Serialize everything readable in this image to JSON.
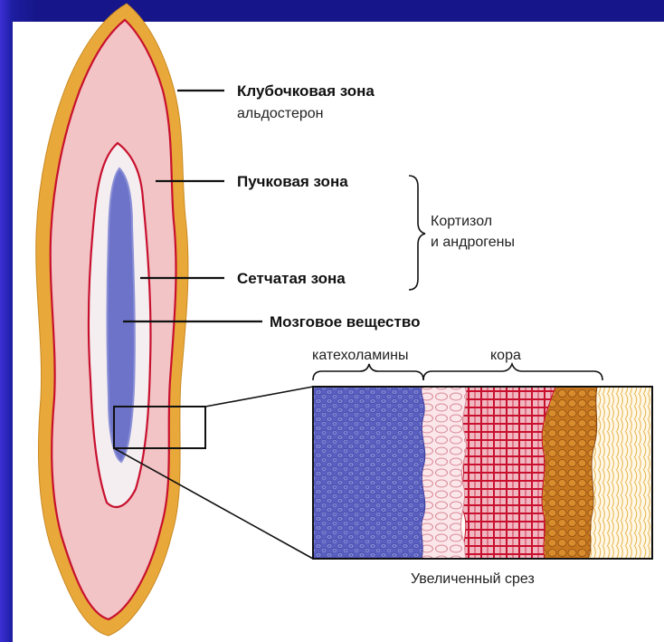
{
  "labels": {
    "glomerulosa": "Клубочковая зона",
    "glomerulosa_hormone": "альдостерон",
    "fasciculata": "Пучковая зона",
    "reticularis": "Сетчатая зона",
    "cortisol_line1": "Кортизол",
    "cortisol_line2": "и андрогены",
    "medulla": "Мозговое вещество",
    "catecholamines": "катехоламины",
    "cortex": "кора",
    "enlarged": "Увеличенный срез"
  },
  "colors": {
    "slide_bg": "#16168a",
    "capsule": "#e8a83a",
    "cortex_pink": "#f2c4c6",
    "zone_line": "#c8102e",
    "medulla_blue": "#6d73c9",
    "reticularis_white": "#f4eef0",
    "glomerulosa_brown": "#c2741f"
  }
}
